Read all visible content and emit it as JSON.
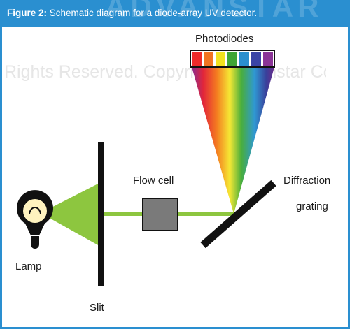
{
  "caption": {
    "label": "Figure 2:",
    "text": "Schematic diagram for a diode-array UV detector."
  },
  "watermark": {
    "top": "ADVANSTAR",
    "band": "Rights Reserved. Copyright, Advanstar Communications Inc."
  },
  "labels": {
    "photodiodes": "Photodiodes",
    "flow_cell": "Flow cell",
    "diffraction": "Diffraction",
    "grating": "grating",
    "lamp": "Lamp",
    "slit": "Slit"
  },
  "colors": {
    "frame": "#2a8fd0",
    "beam": "#8dc63f",
    "flow_cell": "#7a7a7a",
    "black": "#111111",
    "bulb": "#fff3bf"
  },
  "photodiode_colors": [
    "#ee2a2a",
    "#f27421",
    "#f2e21f",
    "#3fa535",
    "#2b8fce",
    "#3a44a5",
    "#8a3497"
  ]
}
